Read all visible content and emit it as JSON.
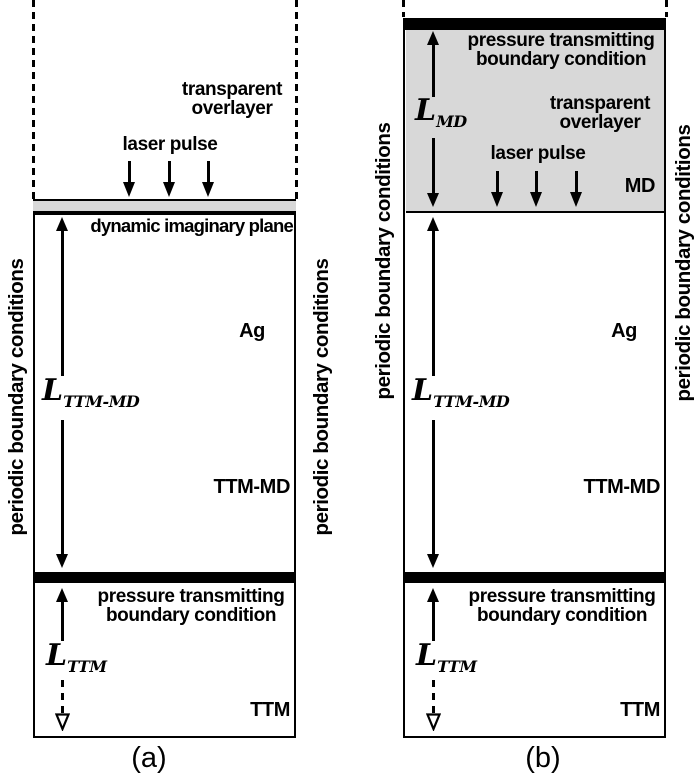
{
  "figure": {
    "side_label": "periodic boundary conditions",
    "labels": {
      "transparent_line1": "transparent",
      "transparent_line2": "overlayer",
      "laser_pulse": "laser pulse",
      "dynamic_imaginary_plane": "dynamic imaginary plane",
      "pressure_line1": "pressure transmitting",
      "pressure_line2": "boundary condition",
      "material": "Ag",
      "region_ttm_md": "TTM-MD",
      "region_ttm": "TTM",
      "region_md": "MD"
    },
    "measures": {
      "symbol": "L",
      "sub_ttm_md": "TTM-MD",
      "sub_md": "MD",
      "sub_ttm": "TTM"
    },
    "captions": {
      "a": "(a)",
      "b": "(b)"
    },
    "colors": {
      "overlayer_gray": "#d8d8d8",
      "line_black": "#000000",
      "background": "#ffffff"
    }
  }
}
